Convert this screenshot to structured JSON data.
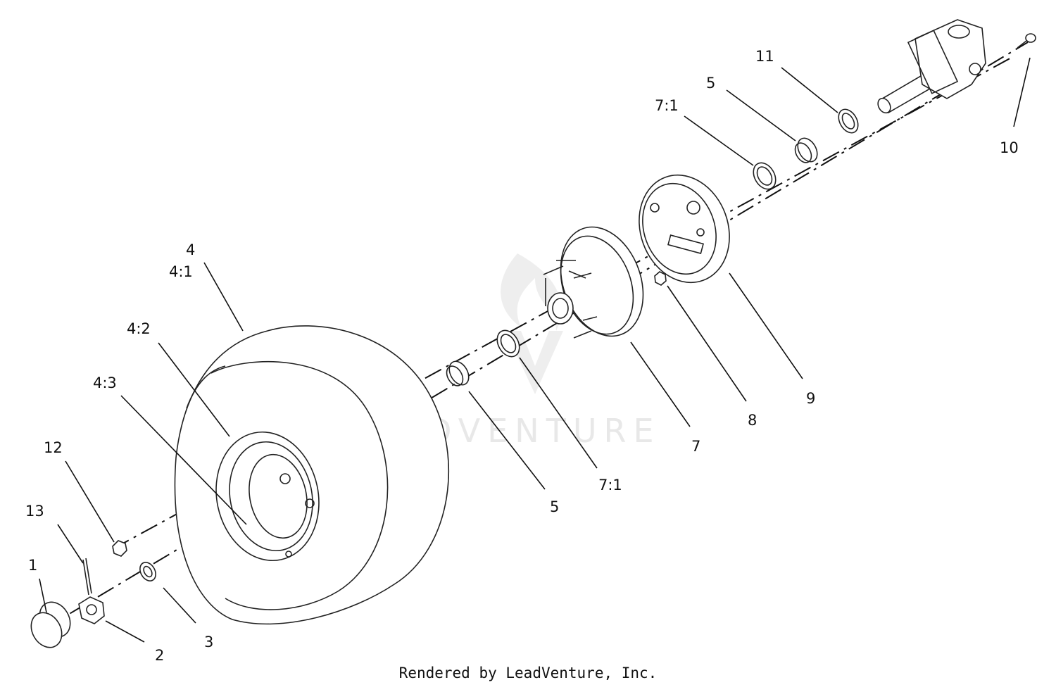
{
  "watermark": "LEADVENTURE",
  "footer": "Rendered by LeadVenture, Inc.",
  "callouts": {
    "c1": "1",
    "c2": "2",
    "c3": "3",
    "c4": "4",
    "c4_1": "4:1",
    "c4_2": "4:2",
    "c4_3": "4:3",
    "c5a": "5",
    "c5b": "5",
    "c7": "7",
    "c7_1a": "7:1",
    "c7_1b": "7:1",
    "c8": "8",
    "c9": "9",
    "c10": "10",
    "c11": "11",
    "c12": "12",
    "c13": "13"
  }
}
